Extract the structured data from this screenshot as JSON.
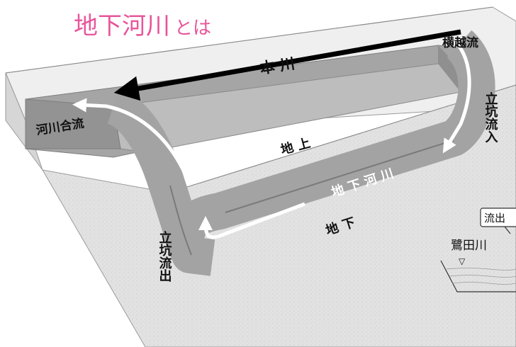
{
  "title": {
    "main": "地下河川",
    "suffix": "とは"
  },
  "labels": {
    "main_river": "本 川",
    "lateral_overflow": "横越流",
    "river_confluence": "河川合流",
    "shaft_inflow": "立坑流入",
    "shaft_outflow": "立坑流出",
    "above_ground": "地 上",
    "underground_river": "地 下 河 川",
    "underground": "地 下",
    "sagita_river": "鷺田川",
    "partial_label": "流出",
    "water_level_symbol": "▽"
  },
  "colors": {
    "title": "#e9559b",
    "tunnel": "#a3a3a3",
    "ground": "#e1e1e1",
    "arrow_dark": "#000000",
    "arrow_light": "#ffffff"
  }
}
